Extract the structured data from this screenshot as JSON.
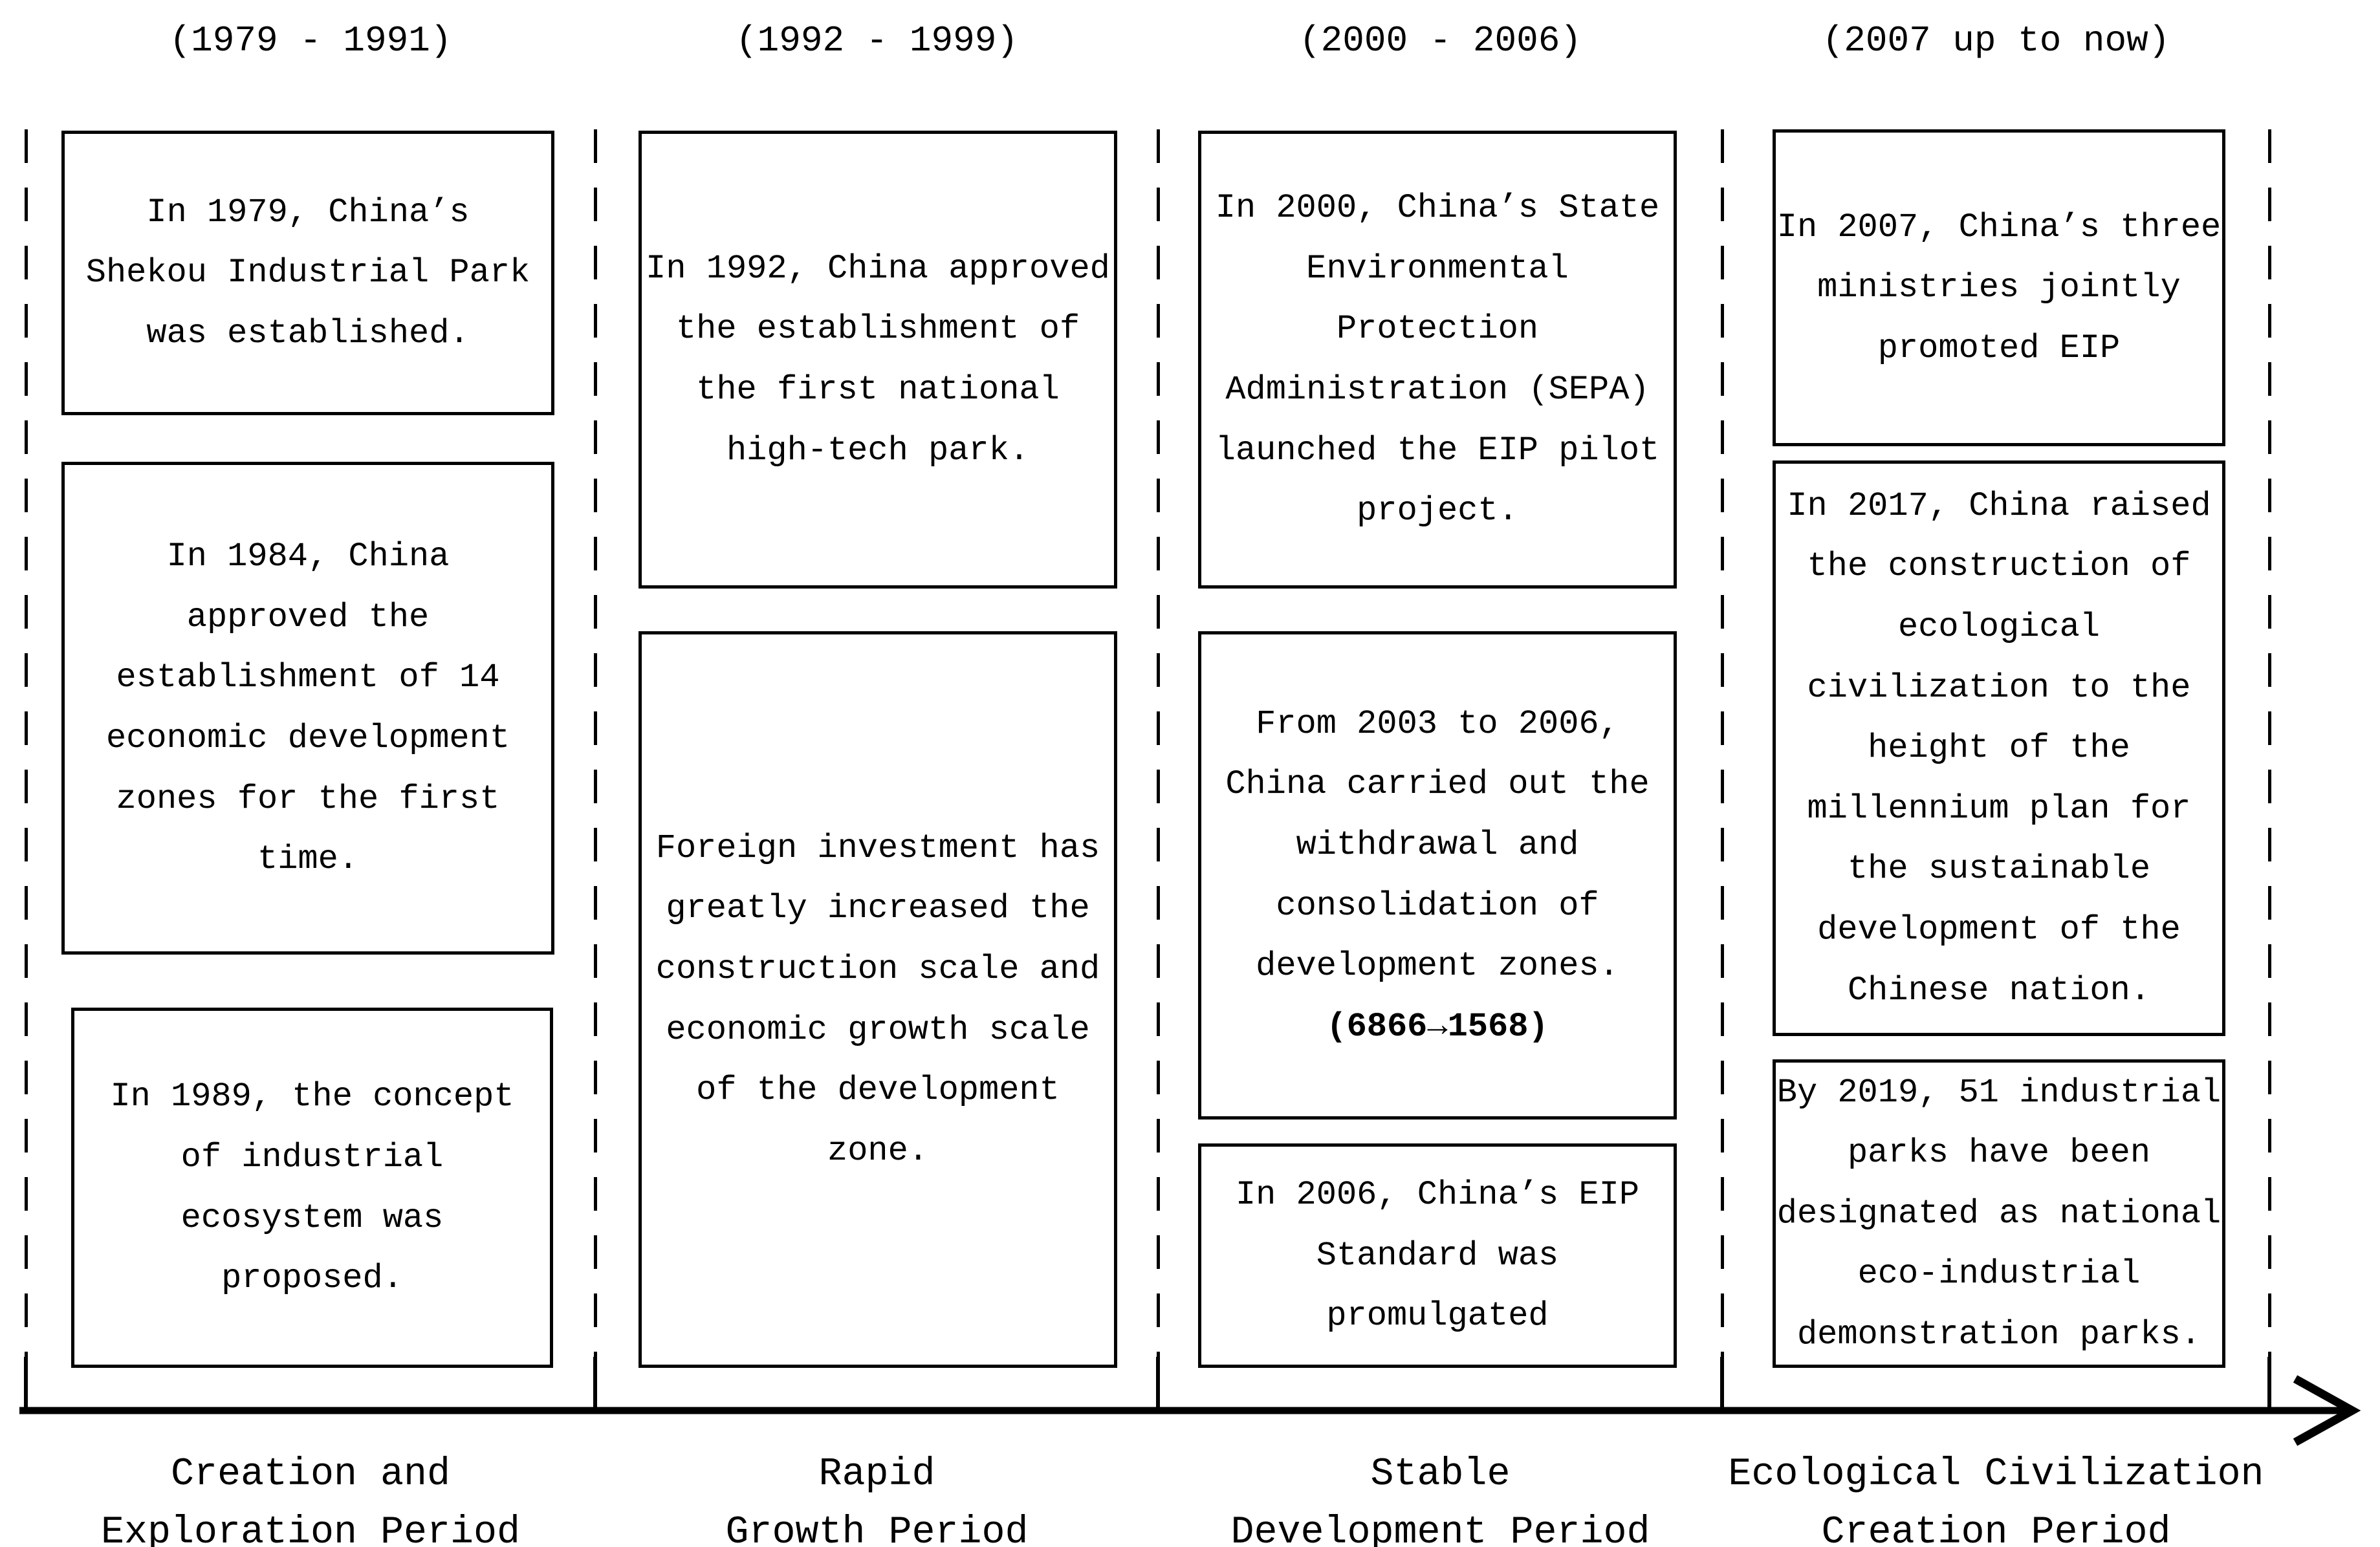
{
  "colors": {
    "ink": "#000000",
    "background": "#ffffff"
  },
  "columns": [
    {
      "period": "(1979 - 1991)",
      "phase_line1": "Creation and",
      "phase_line2": "Exploration Period",
      "events": [
        {
          "text": "In 1979, China’s Shekou Industrial Park was established."
        },
        {
          "text": "In 1984, China approved the establishment of 14 economic development zones for the first time."
        },
        {
          "text": "In 1989, the concept of industrial ecosystem was proposed."
        }
      ]
    },
    {
      "period": "(1992 - 1999)",
      "phase_line1": "Rapid",
      "phase_line2": "Growth Period",
      "events": [
        {
          "text": "In 1992, China approved the establishment of the first national high-tech park."
        },
        {
          "text": "Foreign investment has greatly increased the construction scale and economic growth scale of the development zone."
        }
      ]
    },
    {
      "period": "(2000 - 2006)",
      "phase_line1": "Stable",
      "phase_line2": "Development Period",
      "events": [
        {
          "text": "In 2000, China’s State Environmental Protection Administration (SEPA) launched the EIP pilot project."
        },
        {
          "text": "From 2003 to 2006, China carried out the withdrawal and consolidation of development zones.",
          "highlight": "(6866→1568)"
        },
        {
          "text": "In 2006, China’s EIP Standard was promulgated"
        }
      ]
    },
    {
      "period": "(2007 up to now)",
      "phase_line1": "Ecological Civilization",
      "phase_line2": "Creation Period",
      "events": [
        {
          "text": "In 2007, China’s three ministries jointly promoted EIP"
        },
        {
          "text": "In 2017, China raised the construction of ecological civilization to the height of the millennium plan for the sustainable development of the Chinese nation."
        },
        {
          "text": "By 2019, 51 industrial parks have been designated as national eco-industrial demonstration parks."
        }
      ]
    }
  ]
}
